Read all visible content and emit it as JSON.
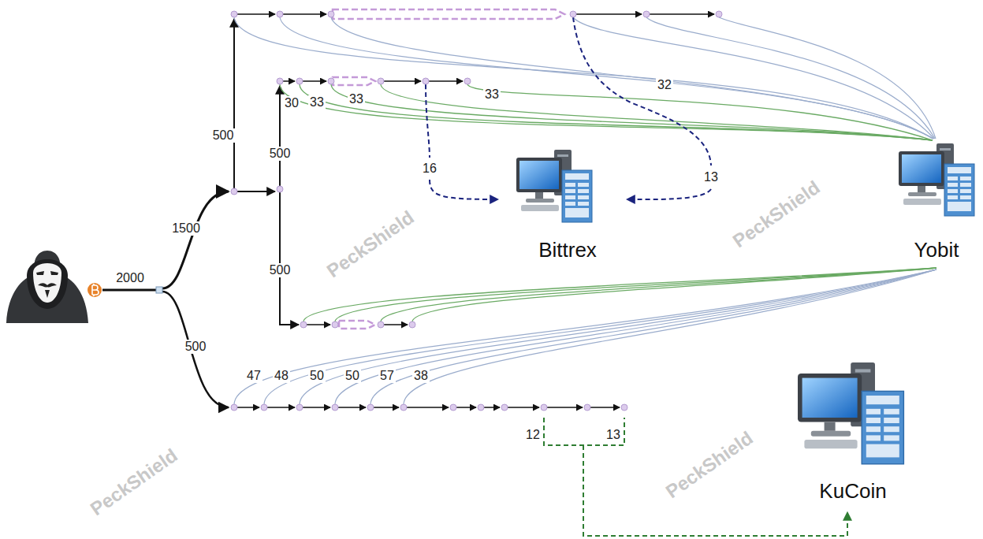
{
  "diagram": {
    "nodes": [
      {
        "text": [
          "Bittrex"
        ]
      },
      {
        "text": [
          "Yobit"
        ]
      },
      {
        "text": [
          "KuCoin"
        ]
      }
    ],
    "labels": [
      "2000",
      "1500",
      "500",
      "500",
      "500",
      "500",
      "30",
      "33",
      "33",
      "33",
      "32",
      "16",
      "13",
      "47",
      "48",
      "50",
      "50",
      "57",
      "38",
      "12",
      "13",
      "PeckShield",
      "PeckShield",
      "PeckShield",
      "PeckShield"
    ]
  }
}
